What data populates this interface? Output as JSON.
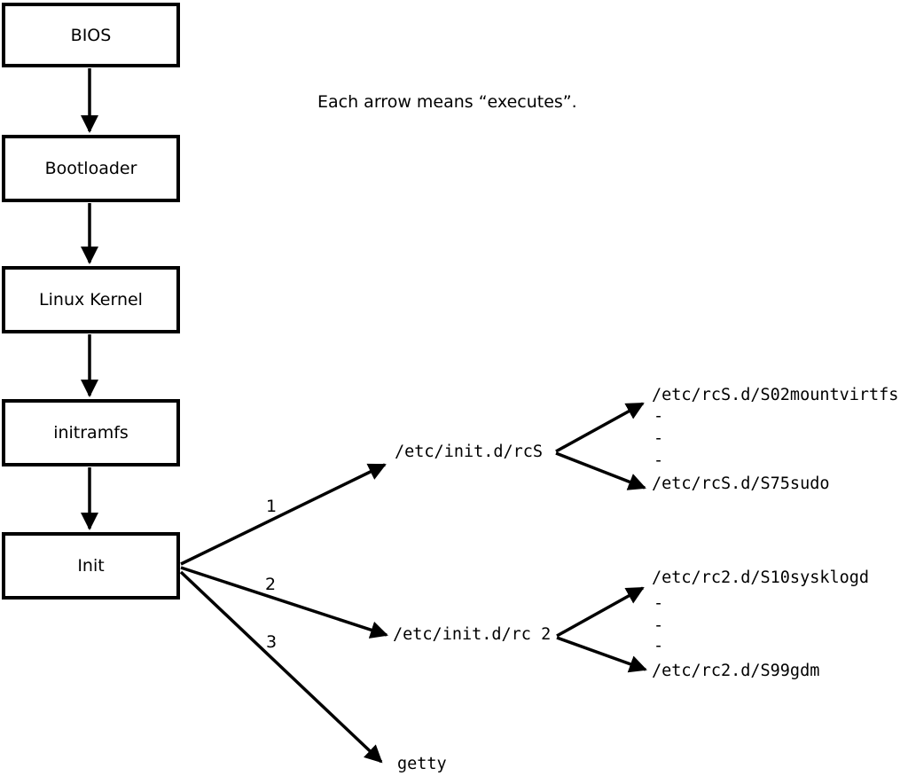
{
  "note": "Each arrow means “executes”.",
  "boxes": [
    {
      "label": "BIOS"
    },
    {
      "label": "Bootloader"
    },
    {
      "label": "Linux Kernel"
    },
    {
      "label": "initramfs"
    },
    {
      "label": "Init"
    }
  ],
  "init_arrows": [
    {
      "label": "1",
      "target": "/etc/init.d/rcS"
    },
    {
      "label": "2",
      "target": "/etc/init.d/rc 2"
    },
    {
      "label": "3",
      "target": "getty"
    }
  ],
  "rcS_scripts": {
    "first": "/etc/rcS.d/S02mountvirtfs",
    "ellipsis": [
      "-",
      "-",
      "-"
    ],
    "last": "/etc/rcS.d/S75sudo"
  },
  "rc2_scripts": {
    "first": "/etc/rc2.d/S10sysklogd",
    "ellipsis": [
      "-",
      "-",
      "-"
    ],
    "last": "/etc/rc2.d/S99gdm"
  }
}
